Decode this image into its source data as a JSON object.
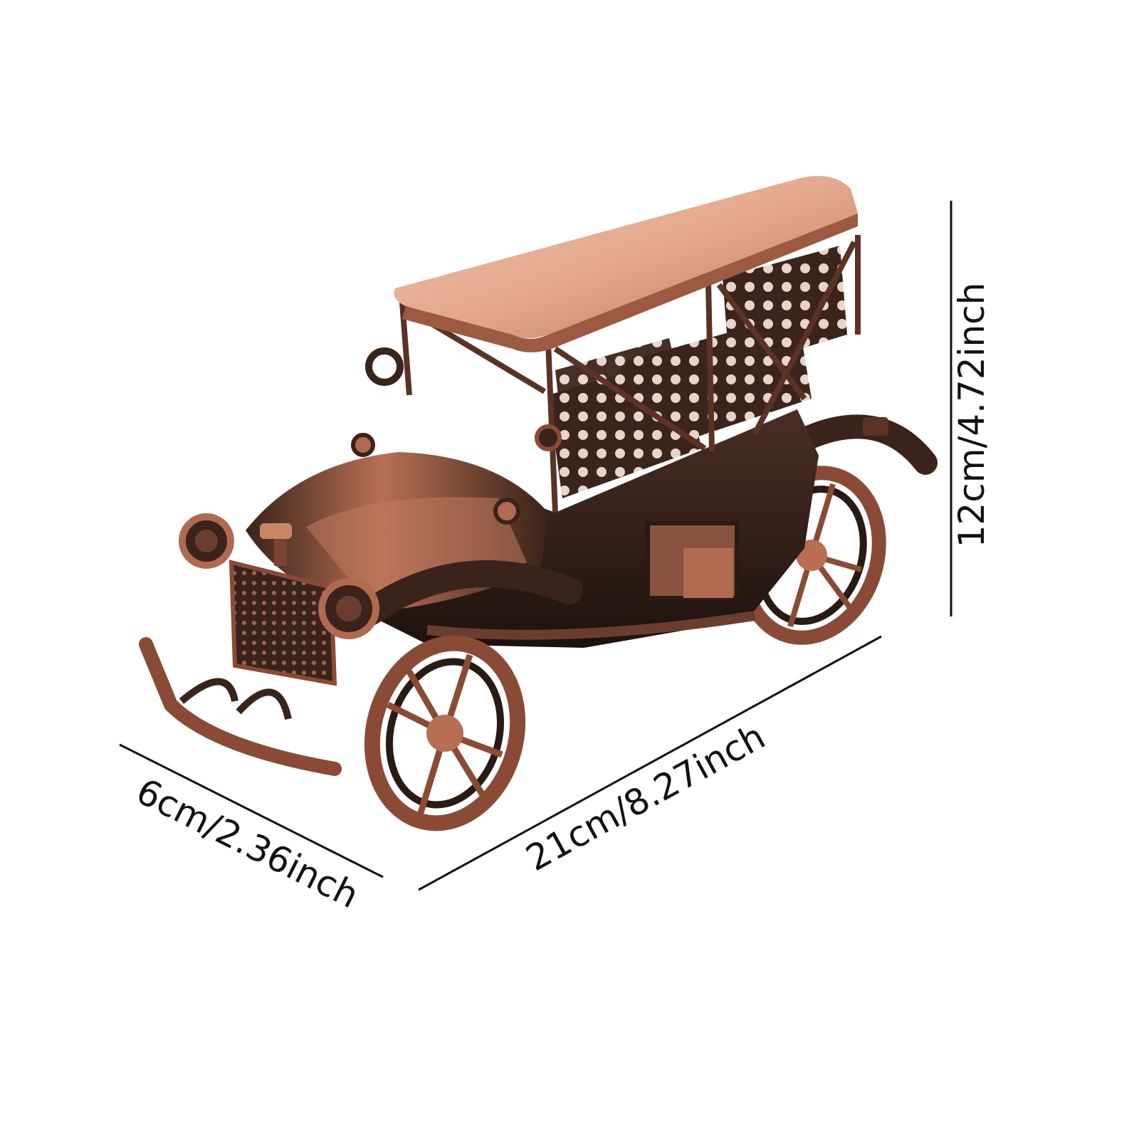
{
  "dimensions": {
    "depth_label": "6cm/2.36inch",
    "length_label": "21cm/8.27inch",
    "height_label": "12cm/4.72inch"
  },
  "colors": {
    "background": "#ffffff",
    "dimension_line": "#111111",
    "roof_copper": "#e0a488",
    "body_dark": "#2a1a14",
    "copper_highlight": "#b86e52",
    "wheel_copper": "#8a4b36"
  },
  "subject": {
    "icon": "vintage-car-model-icon"
  }
}
